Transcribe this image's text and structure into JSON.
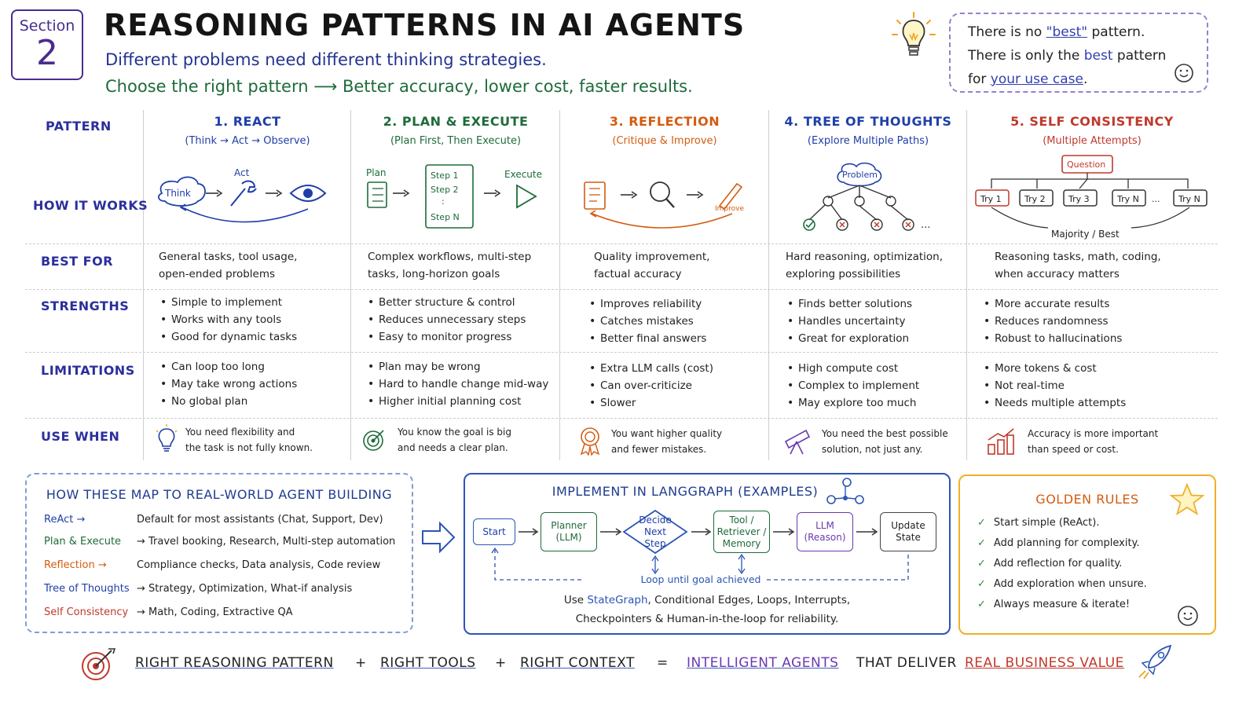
{
  "header": {
    "section_label": "Section",
    "section_number": "2",
    "title": "REASONING PATTERNS IN AI AGENTS",
    "subtitle1": "Different problems need different thinking strategies.",
    "subtitle2": "Choose the right pattern ⟶ Better accuracy, lower cost, faster results.",
    "quote": {
      "line1_pre": "There is no ",
      "line1_hl": "\"best\"",
      "line1_post": " pattern.",
      "line2_pre": "There is only the ",
      "line2_hl": "best",
      "line2_post": " pattern",
      "line3_pre": "for ",
      "line3_hl": "your use case",
      "line3_post": "."
    }
  },
  "row_labels": {
    "pattern": "PATTERN",
    "how": "HOW IT WORKS",
    "best": "BEST FOR",
    "strengths": "STRENGTHS",
    "limitations": "LIMITATIONS",
    "use_when": "USE WHEN"
  },
  "patterns": [
    {
      "title": "1. REACT",
      "subtitle": "(Think → Act → Observe)",
      "color": "#1f3fa8",
      "how": {
        "a": "Think",
        "b": "Act"
      },
      "best_for": [
        "General tasks, tool usage,",
        "open-ended problems"
      ],
      "strengths": [
        "Simple to implement",
        "Works with any tools",
        "Good for dynamic tasks"
      ],
      "limitations": [
        "Can loop too long",
        "May take wrong actions",
        "No global plan"
      ],
      "use_when": [
        "You need flexibility and",
        "the task is not fully known."
      ]
    },
    {
      "title": "2. PLAN & EXECUTE",
      "subtitle": "(Plan First, Then Execute)",
      "color": "#1e6b3a",
      "how": {
        "a": "Plan",
        "s1": "Step 1",
        "s2": "Step 2",
        "sd": ":",
        "s3": "Step N",
        "b": "Execute"
      },
      "best_for": [
        "Complex workflows, multi-step",
        "tasks, long-horizon goals"
      ],
      "strengths": [
        "Better structure & control",
        "Reduces unnecessary steps",
        "Easy to monitor progress"
      ],
      "limitations": [
        "Plan may be wrong",
        "Hard to handle change mid-way",
        "Higher initial planning cost"
      ],
      "use_when": [
        "You know the goal is big",
        "and needs a clear plan."
      ]
    },
    {
      "title": "3. REFLECTION",
      "subtitle": "(Critique & Improve)",
      "color": "#d35c10",
      "how": {
        "a": "Improve"
      },
      "best_for": [
        "Quality improvement,",
        "factual accuracy"
      ],
      "strengths": [
        "Improves reliability",
        "Catches mistakes",
        "Better final answers"
      ],
      "limitations": [
        "Extra LLM calls (cost)",
        "Can over-criticize",
        "Slower"
      ],
      "use_when": [
        "You want higher quality",
        "and fewer mistakes."
      ]
    },
    {
      "title": "4. TREE OF THOUGHTS",
      "subtitle": "(Explore Multiple Paths)",
      "color": "#1f3fa8",
      "how": {
        "a": "Problem",
        "b": "..."
      },
      "best_for": [
        "Hard reasoning, optimization,",
        "exploring possibilities"
      ],
      "strengths": [
        "Finds better solutions",
        "Handles uncertainty",
        "Great for exploration"
      ],
      "limitations": [
        "High compute cost",
        "Complex to implement",
        "May explore too much"
      ],
      "use_when": [
        "You need the best possible",
        "solution, not just any."
      ]
    },
    {
      "title": "5. SELF CONSISTENCY",
      "subtitle": "(Multiple Attempts)",
      "color": "#c0392b",
      "how": {
        "a": "Question",
        "t1": "Try 1",
        "t2": "Try 2",
        "t3": "Try 3",
        "tn": "Try N",
        "dots": "...",
        "tn2": "Try N",
        "b": "Majority / Best"
      },
      "best_for": [
        "Reasoning tasks, math, coding,",
        "when accuracy matters"
      ],
      "strengths": [
        "More accurate results",
        "Reduces randomness",
        "Robust to hallucinations"
      ],
      "limitations": [
        "More tokens & cost",
        "Not real-time",
        "Needs multiple attempts"
      ],
      "use_when": [
        "Accuracy is more important",
        "than speed or cost."
      ]
    }
  ],
  "map_panel": {
    "title": "HOW THESE MAP TO REAL-WORLD AGENT BUILDING",
    "rows": [
      {
        "k": "ReAct →",
        "v": "Default for most assistants (Chat, Support, Dev)",
        "color": "#1f3fa8"
      },
      {
        "k": "Plan & Execute",
        "v": "→ Travel booking, Research, Multi-step automation",
        "color": "#1e6b3a"
      },
      {
        "k": "Reflection →",
        "v": "Compliance checks, Data analysis, Code review",
        "color": "#d35c10"
      },
      {
        "k": "Tree of Thoughts",
        "v": "→ Strategy, Optimization, What-if analysis",
        "color": "#1f3fa8"
      },
      {
        "k": "Self Consistency",
        "v": "→ Math, Coding, Extractive QA",
        "color": "#c0392b"
      }
    ]
  },
  "langgraph": {
    "title": "IMPLEMENT IN LANGGRAPH (EXAMPLES)",
    "nodes": {
      "start": "Start",
      "planner": "Planner (LLM)",
      "decide": "Decide Next Step",
      "tool": "Tool / Retriever / Memory",
      "llm": "LLM (Reason)",
      "update": "Update State"
    },
    "loop": "Loop until goal achieved",
    "foot1_pre": "Use ",
    "foot1_hl": "StateGraph",
    "foot1_post": ", Conditional Edges, Loops, Interrupts,",
    "foot2": "Checkpointers & Human-in-the-loop for reliability."
  },
  "golden": {
    "title": "GOLDEN RULES",
    "rules": [
      "Start simple (ReAct).",
      "Add planning for complexity.",
      "Add reflection for quality.",
      "Add exploration when unsure.",
      "Always measure & iterate!"
    ]
  },
  "footer": {
    "p1": "RIGHT REASONING PATTERN",
    "plus1": "+",
    "p2": "RIGHT TOOLS",
    "plus2": "+",
    "p3": "RIGHT CONTEXT",
    "eq": "=",
    "p4": "INTELLIGENT AGENTS",
    "p5": "THAT DELIVER",
    "p6": "REAL BUSINESS VALUE"
  }
}
